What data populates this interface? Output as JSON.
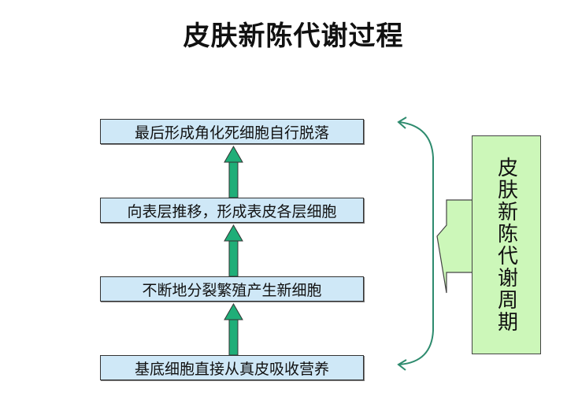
{
  "title": "皮肤新陈代谢过程",
  "steps": [
    "最后形成角化死细胞自行脱落",
    "向表层推移，形成表皮各层细胞",
    "不断地分裂繁殖产生新细胞",
    "基底细胞直接从真皮吸收营养"
  ],
  "cycle_label": "皮肤新陈代谢周期",
  "colors": {
    "step_fill": "#cfe8f7",
    "arrow_green": "#1fae78",
    "cycle_fill": "#ccf7b9",
    "curve": "#2e8b6e"
  }
}
